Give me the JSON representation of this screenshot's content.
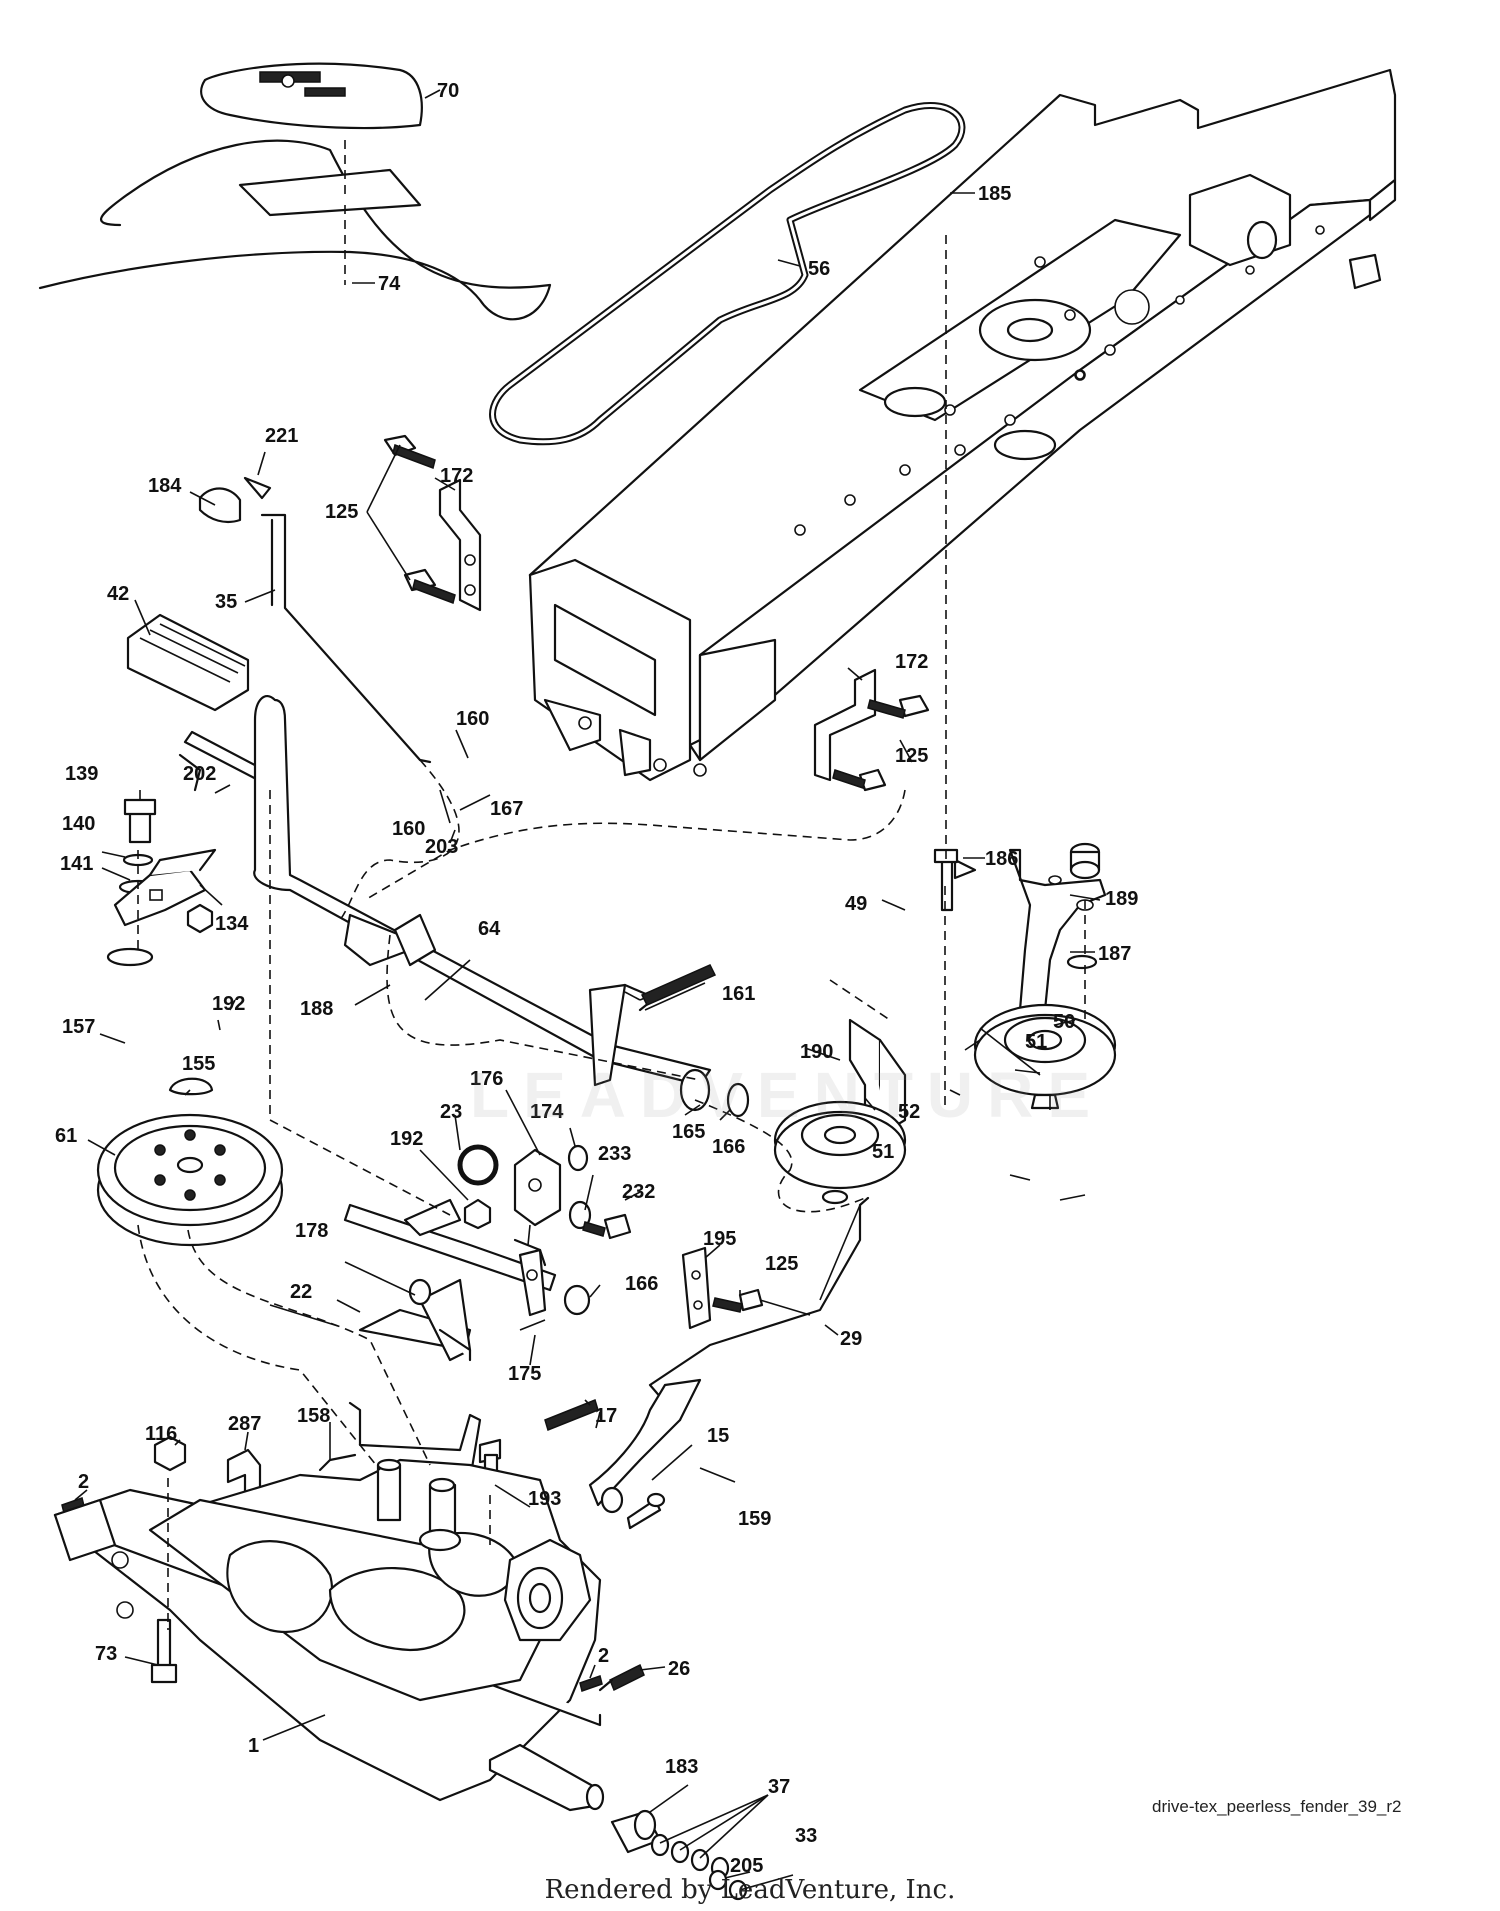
{
  "diagram": {
    "filename": "drive-tex_peerless_fender_39_r2",
    "credit": "Rendered by LeadVenture, Inc.",
    "watermark": "LEADVENTURE",
    "parts": [
      {
        "id": "70",
        "label": "70"
      },
      {
        "id": "74",
        "label": "74"
      },
      {
        "id": "56",
        "label": "56"
      },
      {
        "id": "185",
        "label": "185"
      },
      {
        "id": "221",
        "label": "221"
      },
      {
        "id": "184",
        "label": "184"
      },
      {
        "id": "172a",
        "label": "172"
      },
      {
        "id": "125a",
        "label": "125"
      },
      {
        "id": "35",
        "label": "35"
      },
      {
        "id": "42",
        "label": "42"
      },
      {
        "id": "172b",
        "label": "172"
      },
      {
        "id": "125b",
        "label": "125"
      },
      {
        "id": "160a",
        "label": "160"
      },
      {
        "id": "160b",
        "label": "160"
      },
      {
        "id": "167",
        "label": "167"
      },
      {
        "id": "203",
        "label": "203"
      },
      {
        "id": "139",
        "label": "139"
      },
      {
        "id": "202",
        "label": "202"
      },
      {
        "id": "140",
        "label": "140"
      },
      {
        "id": "141",
        "label": "141"
      },
      {
        "id": "134",
        "label": "134"
      },
      {
        "id": "186",
        "label": "186"
      },
      {
        "id": "49",
        "label": "49"
      },
      {
        "id": "189",
        "label": "189"
      },
      {
        "id": "64",
        "label": "64"
      },
      {
        "id": "187",
        "label": "187"
      },
      {
        "id": "157",
        "label": "157"
      },
      {
        "id": "192a",
        "label": "192"
      },
      {
        "id": "188",
        "label": "188"
      },
      {
        "id": "161",
        "label": "161"
      },
      {
        "id": "50",
        "label": "50"
      },
      {
        "id": "190",
        "label": "190"
      },
      {
        "id": "51a",
        "label": "51"
      },
      {
        "id": "155",
        "label": "155"
      },
      {
        "id": "176",
        "label": "176"
      },
      {
        "id": "52",
        "label": "52"
      },
      {
        "id": "61",
        "label": "61"
      },
      {
        "id": "23",
        "label": "23"
      },
      {
        "id": "174",
        "label": "174"
      },
      {
        "id": "165",
        "label": "165"
      },
      {
        "id": "192b",
        "label": "192"
      },
      {
        "id": "166a",
        "label": "166"
      },
      {
        "id": "51b",
        "label": "51"
      },
      {
        "id": "233",
        "label": "233"
      },
      {
        "id": "232",
        "label": "232"
      },
      {
        "id": "178",
        "label": "178"
      },
      {
        "id": "195",
        "label": "195"
      },
      {
        "id": "125c",
        "label": "125"
      },
      {
        "id": "22",
        "label": "22"
      },
      {
        "id": "166b",
        "label": "166"
      },
      {
        "id": "29",
        "label": "29"
      },
      {
        "id": "175",
        "label": "175"
      },
      {
        "id": "17",
        "label": "17"
      },
      {
        "id": "116",
        "label": "116"
      },
      {
        "id": "287",
        "label": "287"
      },
      {
        "id": "158",
        "label": "158"
      },
      {
        "id": "15",
        "label": "15"
      },
      {
        "id": "2a",
        "label": "2"
      },
      {
        "id": "193",
        "label": "193"
      },
      {
        "id": "159",
        "label": "159"
      },
      {
        "id": "73",
        "label": "73"
      },
      {
        "id": "26",
        "label": "26"
      },
      {
        "id": "2b",
        "label": "2"
      },
      {
        "id": "1",
        "label": "1"
      },
      {
        "id": "183",
        "label": "183"
      },
      {
        "id": "37",
        "label": "37"
      },
      {
        "id": "33",
        "label": "33"
      },
      {
        "id": "205",
        "label": "205"
      }
    ]
  }
}
